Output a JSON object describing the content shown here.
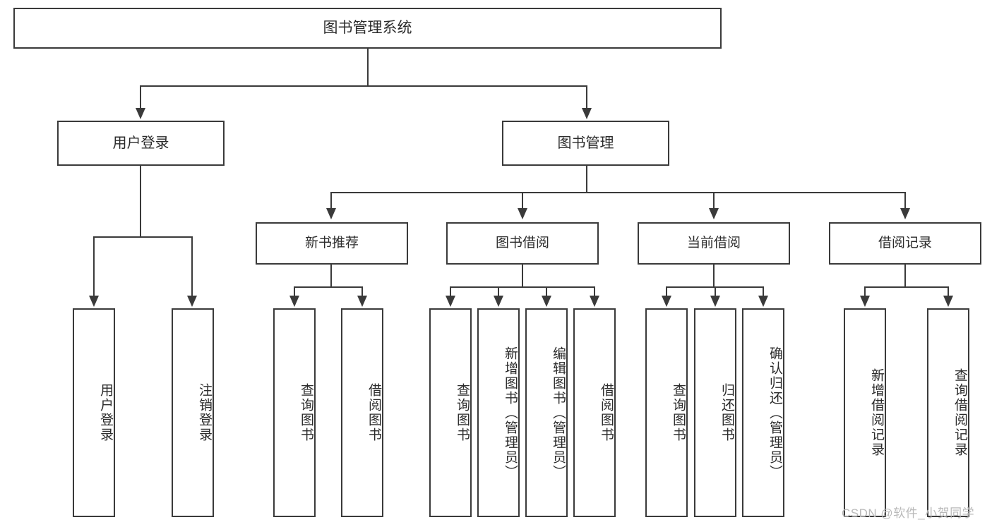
{
  "diagram": {
    "type": "tree-hierarchy-chart",
    "orientation": "top-down",
    "title": "图书管理系统",
    "watermark": "CSDN @软件_小贺同学",
    "colors": {
      "stroke": "#3a3a3a",
      "box_fill": "#ffffff",
      "text": "#2b2b2b",
      "background": "#ffffff",
      "watermark": "#b9b9b9"
    },
    "root": {
      "id": "root",
      "label": "图书管理系统"
    },
    "level2": [
      {
        "id": "user-login",
        "label": "用户登录"
      },
      {
        "id": "book-management",
        "label": "图书管理"
      }
    ],
    "level3": [
      {
        "id": "new-book-recommend",
        "label": "新书推荐",
        "parent": "book-management"
      },
      {
        "id": "book-borrow",
        "label": "图书借阅",
        "parent": "book-management"
      },
      {
        "id": "current-borrow",
        "label": "当前借阅",
        "parent": "book-management"
      },
      {
        "id": "borrow-record",
        "label": "借阅记录",
        "parent": "book-management"
      }
    ],
    "leaves": [
      {
        "id": "leaf-user-login",
        "label": "用户登录",
        "parent": "user-login"
      },
      {
        "id": "leaf-user-logout",
        "label": "注销登录",
        "parent": "user-login"
      },
      {
        "id": "leaf-query-book-1",
        "label": "查询图书",
        "parent": "new-book-recommend"
      },
      {
        "id": "leaf-borrow-book-1",
        "label": "借阅图书",
        "parent": "new-book-recommend"
      },
      {
        "id": "leaf-query-book-2",
        "label": "查询图书",
        "parent": "book-borrow"
      },
      {
        "id": "leaf-add-book",
        "label": "新增图书（管理员）",
        "parent": "book-borrow"
      },
      {
        "id": "leaf-edit-book",
        "label": "编辑图书（管理员）",
        "parent": "book-borrow"
      },
      {
        "id": "leaf-borrow-book-2",
        "label": "借阅图书",
        "parent": "book-borrow"
      },
      {
        "id": "leaf-query-book-3",
        "label": "查询图书",
        "parent": "current-borrow"
      },
      {
        "id": "leaf-return-book",
        "label": "归还图书",
        "parent": "current-borrow"
      },
      {
        "id": "leaf-confirm-return",
        "label": "确认归还（管理员）",
        "parent": "current-borrow"
      },
      {
        "id": "leaf-add-record",
        "label": "新增借阅记录",
        "parent": "borrow-record"
      },
      {
        "id": "leaf-query-record",
        "label": "查询借阅记录",
        "parent": "borrow-record"
      }
    ]
  }
}
